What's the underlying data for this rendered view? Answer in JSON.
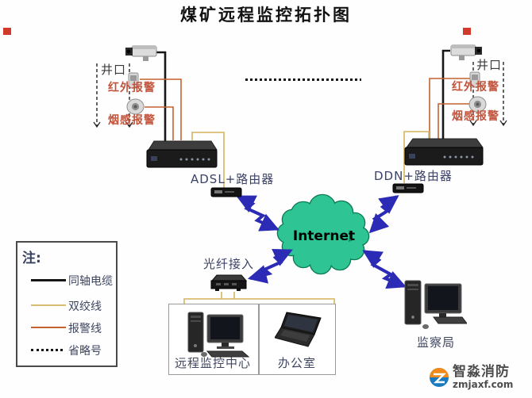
{
  "title": "煤矿远程监控拓扑图",
  "sites": {
    "left": {
      "wellhead": "井口",
      "infrared_alarm": "红外报警",
      "smoke_alarm": "烟感报警",
      "router_label": "ADSL+路由器"
    },
    "right": {
      "wellhead": "井口",
      "infrared_alarm": "红外报警",
      "smoke_alarm": "烟感报警",
      "router_label": "DDN+路由器"
    }
  },
  "internet_label": "Internet",
  "fiber_label": "光纤接入",
  "rooms": {
    "monitor_center": "远程监控中心",
    "office": "办公室",
    "bureau": "监察局"
  },
  "legend": {
    "title": "注:",
    "items": [
      {
        "label": "同轴电缆",
        "line_style": "solid-black"
      },
      {
        "label": "双绞线",
        "line_style": "solid-yellow"
      },
      {
        "label": "报警线",
        "line_style": "solid-orange"
      },
      {
        "label": "省略号",
        "line_style": "dotted-black"
      }
    ]
  },
  "watermark": {
    "brand": "智淼消防",
    "site": "zmjaxf.com"
  },
  "colors": {
    "cloud_fill": "#2fc493",
    "cloud_stroke": "#0c7a52",
    "lightning_blue": "#2b2bb5",
    "coax_line": "#161616",
    "twisted_pair_line": "#d9bd72",
    "alarm_line": "#c4622d",
    "alarm_text": "#c3543c",
    "router_text": "#3b4168",
    "room_text": "#3f4660",
    "marker_red": "#d03a2a"
  }
}
